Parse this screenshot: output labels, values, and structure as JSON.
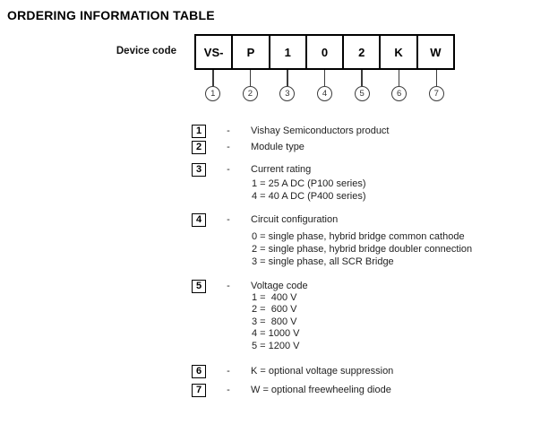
{
  "title": "ORDERING INFORMATION TABLE",
  "device_code": {
    "label": "Device code",
    "cells": [
      "VS-",
      "P",
      "1",
      "0",
      "2",
      "K",
      "W"
    ],
    "positions": [
      "1",
      "2",
      "3",
      "4",
      "5",
      "6",
      "7"
    ]
  },
  "legend": {
    "dash": "-",
    "items": [
      {
        "num": "1",
        "label": "Vishay Semiconductors product"
      },
      {
        "num": "2",
        "label": "Module type"
      },
      {
        "num": "3",
        "label": "Current rating",
        "subs": [
          "1 = 25 A DC (P100 series)",
          "4 = 40 A DC (P400 series)"
        ]
      },
      {
        "num": "4",
        "label": "Circuit configuration",
        "subs": [
          "0 = single phase, hybrid bridge common cathode",
          "2 = single phase, hybrid bridge doubler connection",
          "3 = single phase, all SCR Bridge"
        ]
      },
      {
        "num": "5",
        "label": "Voltage code",
        "subs": [
          "1 =  400 V",
          "2 =  600 V",
          "3 =  800 V",
          "4 = 1000 V",
          "5 = 1200 V"
        ]
      },
      {
        "num": "6",
        "label": "K = optional voltage suppression"
      },
      {
        "num": "7",
        "label": "W = optional freewheeling diode"
      }
    ]
  },
  "colors": {
    "background": "#ffffff",
    "text": "#1f1f1f",
    "border": "#000000"
  }
}
